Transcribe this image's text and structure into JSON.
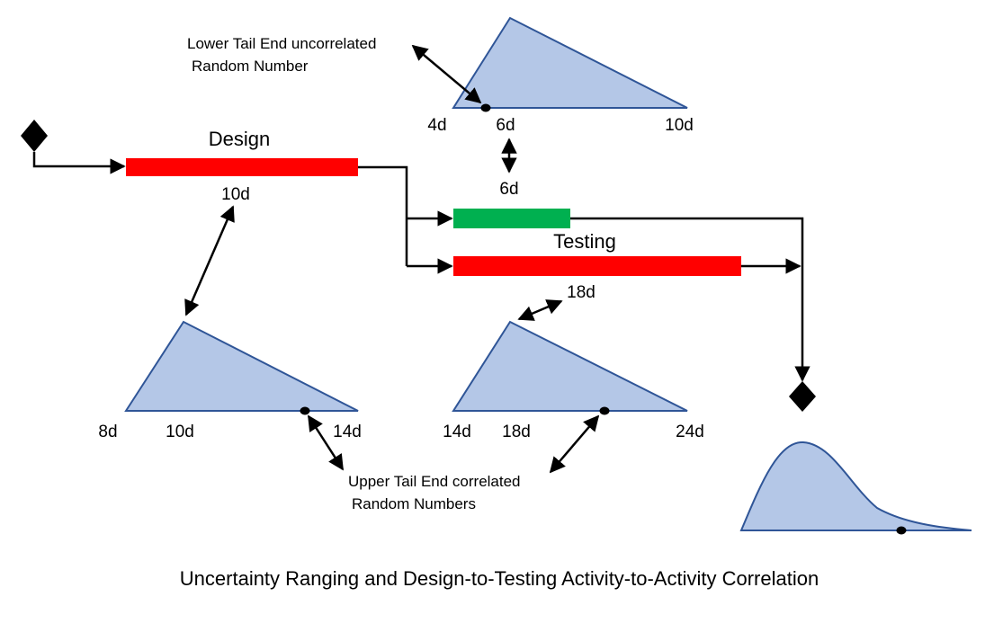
{
  "caption": "Uncertainty Ranging and Design-to-Testing Activity-to-Activity Correlation",
  "annotations": {
    "lower_tail_line1": "Lower Tail End uncorrelated",
    "lower_tail_line2": "Random Number",
    "upper_tail_line1": "Upper Tail End correlated",
    "upper_tail_line2": "Random Numbers"
  },
  "activities": {
    "design": {
      "label": "Design",
      "duration": "10d",
      "color": "#ff0000"
    },
    "parallel": {
      "duration": "6d",
      "color": "#00b050"
    },
    "testing": {
      "label": "Testing",
      "duration": "18d",
      "color": "#ff0000"
    }
  },
  "distributions": {
    "parallel": {
      "min": "4d",
      "mode": "6d",
      "max": "10d"
    },
    "design": {
      "min": "8d",
      "mode": "10d",
      "max": "14d"
    },
    "testing": {
      "min": "14d",
      "mode": "18d",
      "max": "24d"
    }
  },
  "colors": {
    "distribution_fill": "#b4c7e7",
    "distribution_stroke": "#2f5597",
    "line": "#000000"
  }
}
